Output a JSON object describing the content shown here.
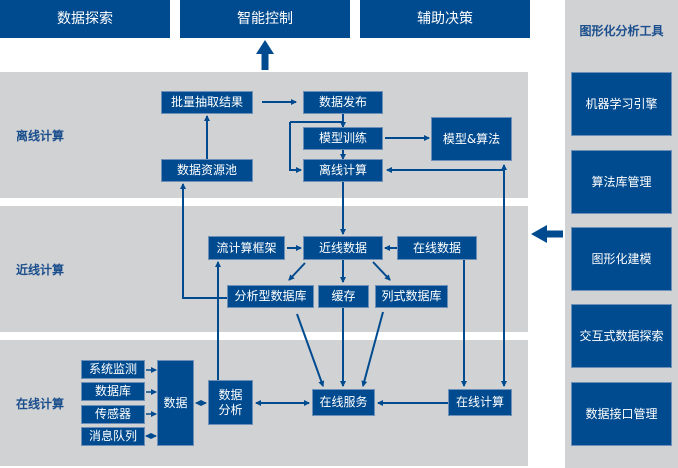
{
  "top_outputs": [
    "数据探索",
    "智能控制",
    "辅助决策"
  ],
  "layers": {
    "offline": {
      "label": "离线计算",
      "nodes": {
        "batch_extract": "批量抽取结果",
        "data_pool": "数据资源池",
        "data_publish": "数据发布",
        "model_training": "模型训练",
        "offline_compute": "离线计算",
        "model_algorithm": "模型&算法"
      }
    },
    "nearline": {
      "label": "近线计算",
      "nodes": {
        "stream_framework": "流计算框架",
        "nearline_data": "近线数据",
        "online_data": "在线数据",
        "analytic_db": "分析型数据库",
        "cache": "缓存",
        "columnar_db": "列式数据库"
      }
    },
    "online": {
      "label": "在线计算",
      "sources": [
        "系统监测",
        "数据库",
        "传感器",
        "消息队列"
      ],
      "nodes": {
        "data": "数据",
        "data_analysis_line1": "数据",
        "data_analysis_line2": "分析",
        "online_service": "在线服务",
        "online_compute": "在线计算"
      }
    }
  },
  "sidebar": {
    "title": "图形化分析工具",
    "items": [
      "机器学习引擎",
      "算法库管理",
      "图形化建模",
      "交互式数据探索",
      "数据接口管理"
    ]
  },
  "colors": {
    "box": "#004b8f",
    "panel": "#d1d2d4",
    "label": "#1a4e8c"
  }
}
